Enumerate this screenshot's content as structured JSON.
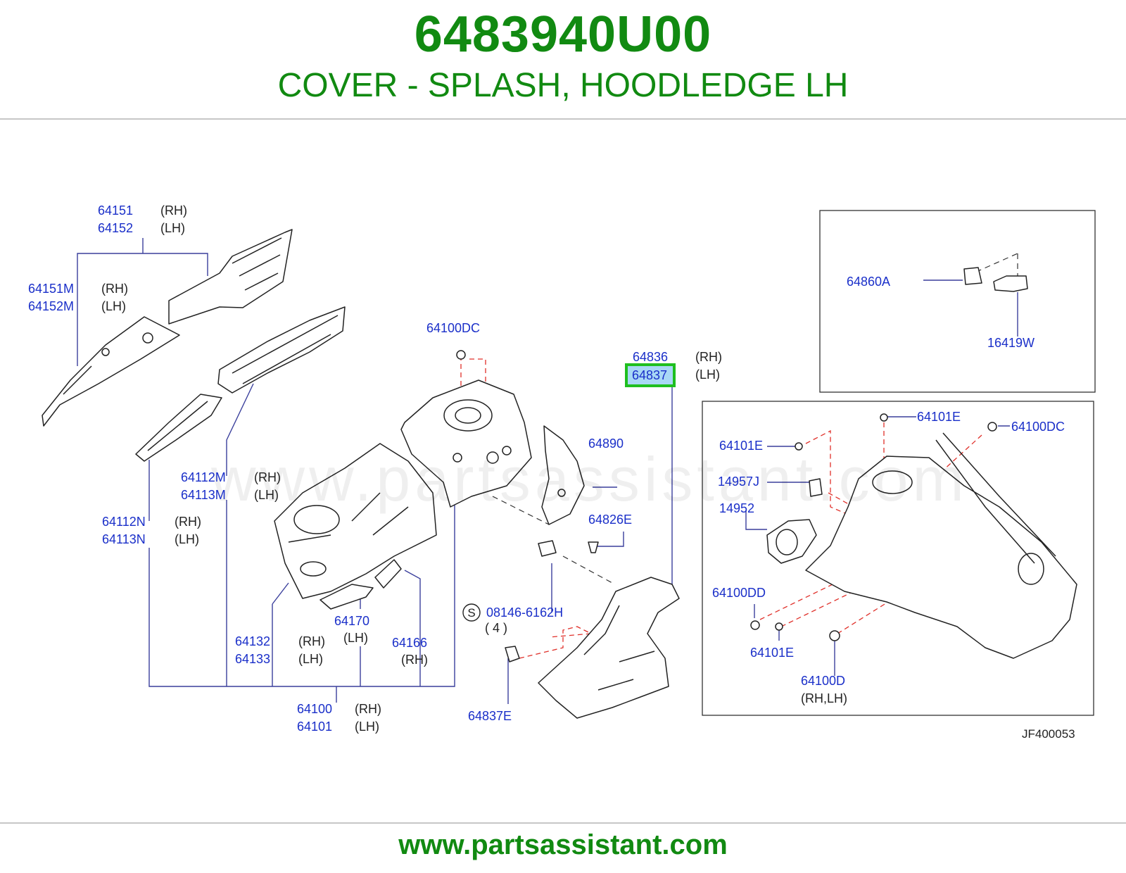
{
  "header": {
    "part_number": "6483940U00",
    "description": "COVER - SPLASH, HOODLEDGE LH"
  },
  "footer": {
    "url": "www.partsassistant.com"
  },
  "watermark": "www.partsassistant.com",
  "diagram_ref": "JF400053",
  "highlight": "64837",
  "colors": {
    "brand_green": "#118a11",
    "part_label_blue": "#1a2fc9",
    "highlight_border": "#1fbf1f",
    "highlight_fill": "#a9d8f5",
    "fastener_line_red": "#e0302a"
  },
  "labels": [
    {
      "text": "64151"
    },
    {
      "text": "(RH)"
    },
    {
      "text": "64152"
    },
    {
      "text": "(LH)"
    },
    {
      "text": "64151M"
    },
    {
      "text": "(RH)"
    },
    {
      "text": "64152M"
    },
    {
      "text": "(LH)"
    },
    {
      "text": "64112M"
    },
    {
      "text": "(RH)"
    },
    {
      "text": "64113M"
    },
    {
      "text": "(LH)"
    },
    {
      "text": "64112N"
    },
    {
      "text": "(RH)"
    },
    {
      "text": "64113N"
    },
    {
      "text": "(LH)"
    },
    {
      "text": "64100DC"
    },
    {
      "text": "64836"
    },
    {
      "text": "(RH)"
    },
    {
      "text": "(LH)"
    },
    {
      "text": "64890"
    },
    {
      "text": "64826E"
    },
    {
      "text": "08146-6162H"
    },
    {
      "text": "( 4 )"
    },
    {
      "text": "64837E"
    },
    {
      "text": "64170"
    },
    {
      "text": "(LH)"
    },
    {
      "text": "64166"
    },
    {
      "text": "(RH)"
    },
    {
      "text": "64132"
    },
    {
      "text": "(RH)"
    },
    {
      "text": "64133"
    },
    {
      "text": "(LH)"
    },
    {
      "text": "64100"
    },
    {
      "text": "(RH)"
    },
    {
      "text": "64101"
    },
    {
      "text": "(LH)"
    },
    {
      "text": "64860A"
    },
    {
      "text": "16419W"
    },
    {
      "text": "64101E"
    },
    {
      "text": "64100DC"
    },
    {
      "text": "64101E"
    },
    {
      "text": "14957J"
    },
    {
      "text": "14952"
    },
    {
      "text": "64100DD"
    },
    {
      "text": "64101E"
    },
    {
      "text": "64100D"
    },
    {
      "text": "(RH,LH)"
    }
  ],
  "symbol_s": "S"
}
